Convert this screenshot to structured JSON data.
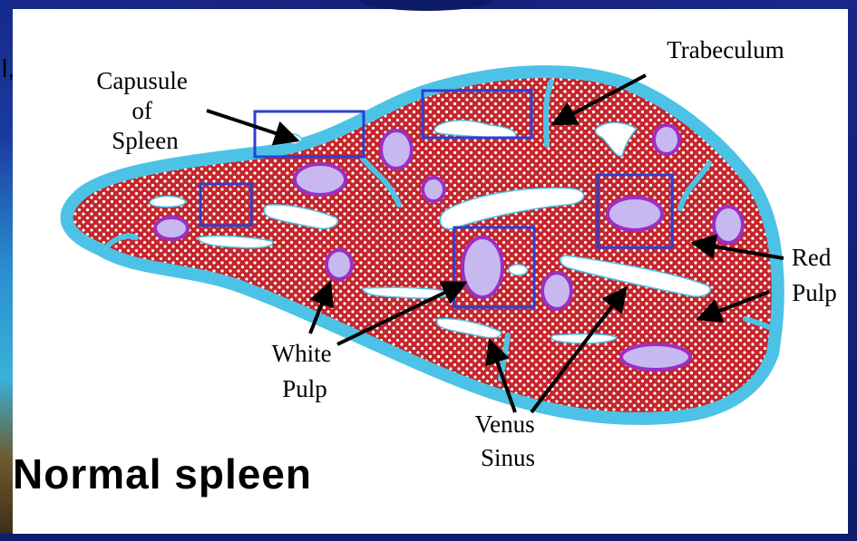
{
  "title": "Normal spleen",
  "fragment_text": "l,",
  "labels": {
    "capsule": [
      "Capusule",
      "of",
      "Spleen"
    ],
    "trabeculum": [
      "Trabeculum"
    ],
    "red_pulp": [
      "Red",
      "Pulp"
    ],
    "white_pulp": [
      "White",
      "Pulp"
    ],
    "venus_sinus": [
      "Venus",
      "Sinus"
    ]
  },
  "colors": {
    "capsule": "#4cc3e6",
    "red_pulp": "#c4262c",
    "white_pulp_fill": "#c8b8f0",
    "white_pulp_border": "#9b2fc4",
    "sinus": "#ffffff",
    "highlight_box": "#2b3fd1",
    "frame": "#1a2a8c"
  }
}
